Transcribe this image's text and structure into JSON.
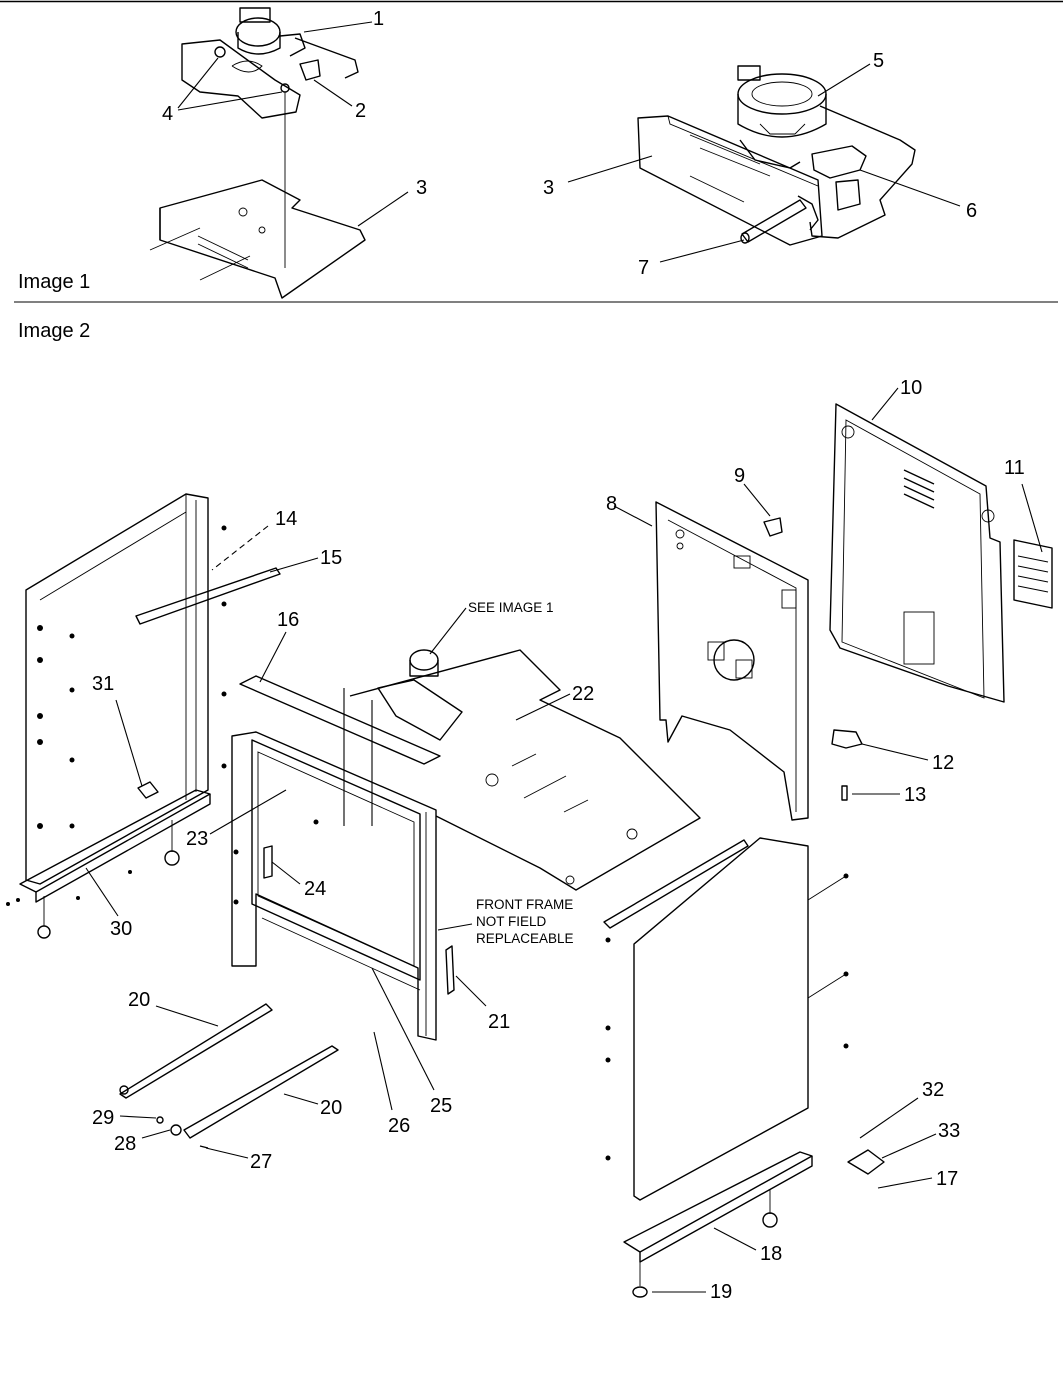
{
  "image_labels": {
    "image1": "Image 1",
    "image2": "Image 2"
  },
  "notes": {
    "see_image": "SEE IMAGE 1",
    "front_frame_1": "FRONT FRAME",
    "front_frame_2": "NOT FIELD",
    "front_frame_3": "REPLACEABLE"
  },
  "callouts": {
    "c1": "1",
    "c2": "2",
    "c3a": "3",
    "c3b": "3",
    "c4": "4",
    "c5": "5",
    "c6": "6",
    "c7": "7",
    "c8": "8",
    "c9": "9",
    "c10": "10",
    "c11": "11",
    "c12": "12",
    "c13": "13",
    "c14": "14",
    "c15": "15",
    "c16": "16",
    "c17": "17",
    "c18": "18",
    "c19": "19",
    "c20a": "20",
    "c20b": "20",
    "c21": "21",
    "c22": "22",
    "c23": "23",
    "c24": "24",
    "c25": "25",
    "c26": "26",
    "c27": "27",
    "c28": "28",
    "c29": "29",
    "c30": "30",
    "c31": "31",
    "c32": "32",
    "c33": "33"
  }
}
